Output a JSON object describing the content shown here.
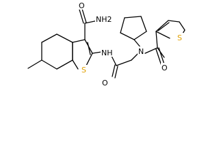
{
  "molecule": {
    "atoms": {
      "amide_nh2": "NH2",
      "amide_o": "O",
      "ring_s": "S",
      "thiophene_s": "S",
      "amide_n": "N",
      "carbonyl_o_left": "O",
      "carbonyl_o_right": "O",
      "linker_nh": "NH"
    },
    "colors": {
      "bond": "#000000",
      "sulfur": "#e0a000",
      "text": "#000000"
    }
  }
}
